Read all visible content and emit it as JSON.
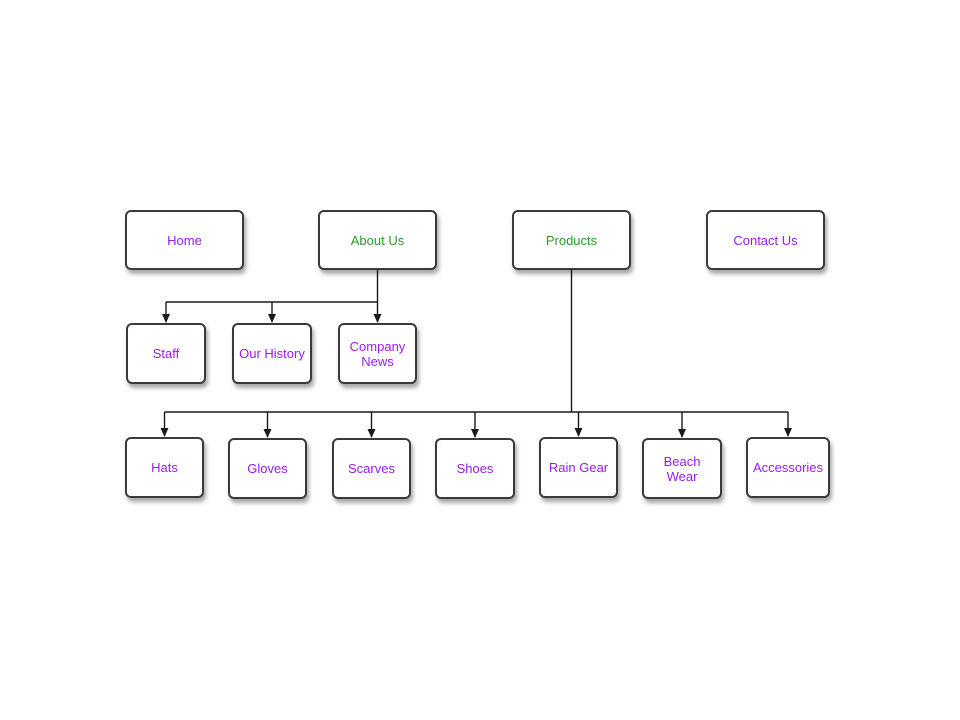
{
  "colors": {
    "top_level_text": "#9b1be6",
    "has_children_text": "#2a9a2a",
    "connector": "#1a1a1a",
    "node_border": "#3a3a3a"
  },
  "nodes": {
    "home": {
      "label": "Home",
      "style": "top_level_text"
    },
    "about_us": {
      "label": "About Us",
      "style": "has_children_text"
    },
    "products": {
      "label": "Products",
      "style": "has_children_text"
    },
    "contact_us": {
      "label": "Contact Us",
      "style": "top_level_text"
    },
    "staff": {
      "label": "Staff",
      "style": "top_level_text"
    },
    "our_history": {
      "label": "Our History",
      "style": "top_level_text"
    },
    "company_news": {
      "label": "Company\nNews",
      "style": "top_level_text"
    },
    "hats": {
      "label": "Hats",
      "style": "top_level_text"
    },
    "gloves": {
      "label": "Gloves",
      "style": "top_level_text"
    },
    "scarves": {
      "label": "Scarves",
      "style": "top_level_text"
    },
    "shoes": {
      "label": "Shoes",
      "style": "top_level_text"
    },
    "rain_gear": {
      "label": "Rain Gear",
      "style": "top_level_text"
    },
    "beach_wear": {
      "label": "Beach\nWear",
      "style": "top_level_text"
    },
    "accessories": {
      "label": "Accessories",
      "style": "top_level_text"
    }
  },
  "edges": [
    {
      "from": "about_us",
      "to": "staff"
    },
    {
      "from": "about_us",
      "to": "our_history"
    },
    {
      "from": "about_us",
      "to": "company_news"
    },
    {
      "from": "products",
      "to": "hats"
    },
    {
      "from": "products",
      "to": "gloves"
    },
    {
      "from": "products",
      "to": "scarves"
    },
    {
      "from": "products",
      "to": "shoes"
    },
    {
      "from": "products",
      "to": "rain_gear"
    },
    {
      "from": "products",
      "to": "beach_wear"
    },
    {
      "from": "products",
      "to": "accessories"
    }
  ]
}
